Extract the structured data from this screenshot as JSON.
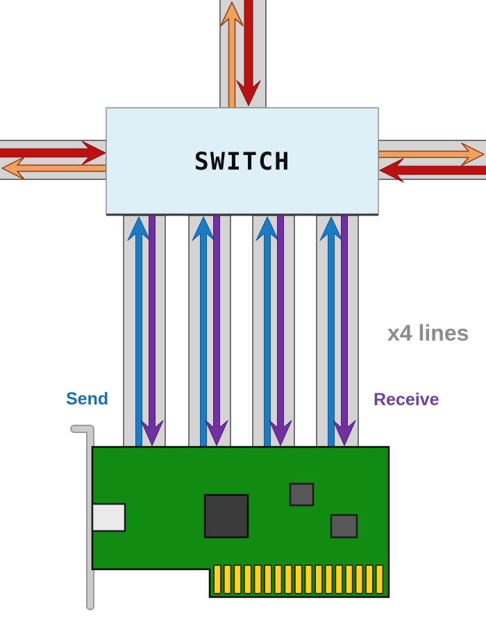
{
  "diagram": {
    "switch": {
      "label": "SWITCH",
      "fill_color": "#ddeff7"
    },
    "labels": {
      "lines": {
        "text": "x4 lines",
        "color": "#8c8c8c"
      },
      "send": {
        "text": "Send",
        "color": "#1b6fae"
      },
      "receive": {
        "text": "Receive",
        "color": "#6f42a0"
      }
    },
    "trunk": {
      "positions": [
        "top",
        "left",
        "right"
      ],
      "outbound_arrow_color": "#f0a160",
      "inbound_arrow_color": "#bb1111",
      "band_color": "#d5d3d3"
    },
    "lanes": {
      "count": 4,
      "send_arrow_color": "#1b7bc4",
      "receive_arrow_color": "#7030a0",
      "band_color": "#d5d3d3"
    },
    "nic": {
      "board_color": "#118b11",
      "bracket_color": "#cccccc",
      "port_color": "#eaeaea",
      "chip_color": "#3b3b3b",
      "small_chip_color": "#575757",
      "pin_color": "#ffd21e",
      "pin_count": 17
    }
  }
}
